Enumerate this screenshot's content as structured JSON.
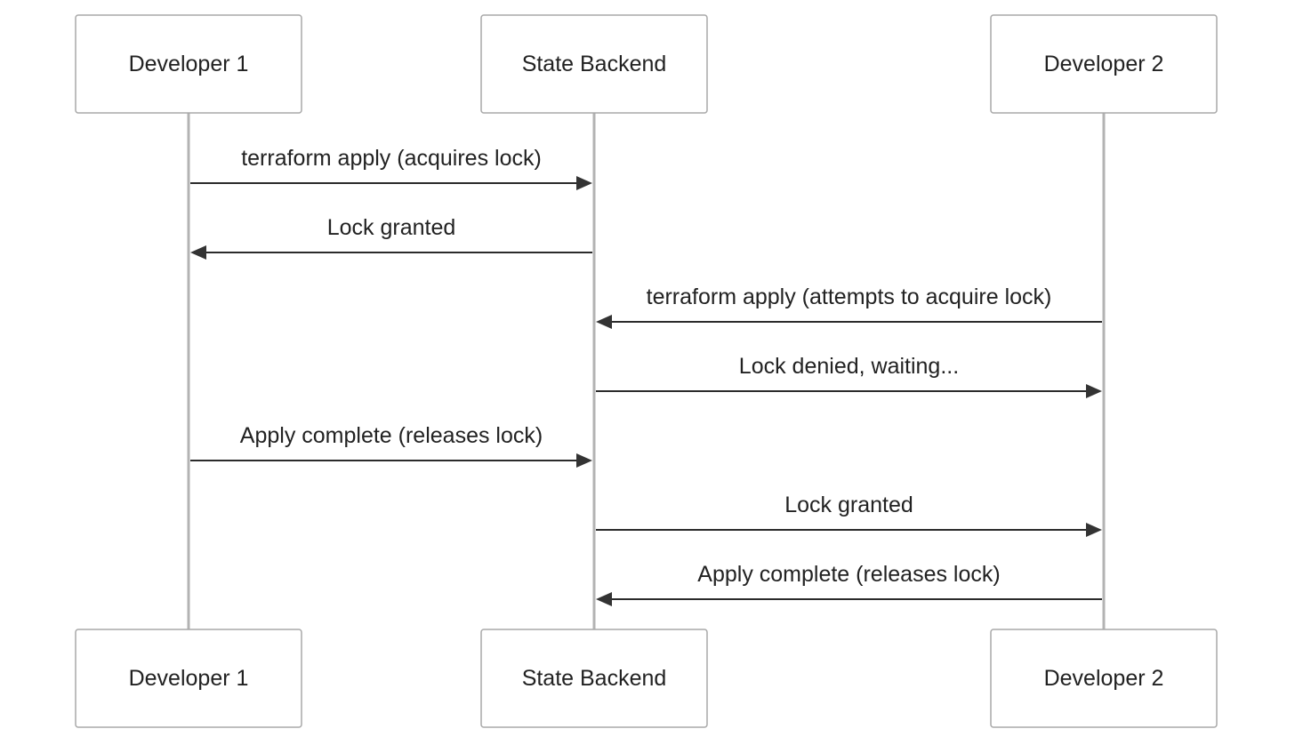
{
  "participants": [
    {
      "id": "dev1",
      "label": "Developer 1"
    },
    {
      "id": "backend",
      "label": "State Backend"
    },
    {
      "id": "dev2",
      "label": "Developer 2"
    }
  ],
  "messages": [
    {
      "from": "dev1",
      "to": "backend",
      "label": "terraform apply (acquires lock)"
    },
    {
      "from": "backend",
      "to": "dev1",
      "label": "Lock granted"
    },
    {
      "from": "dev2",
      "to": "backend",
      "label": "terraform apply (attempts to acquire lock)"
    },
    {
      "from": "backend",
      "to": "dev2",
      "label": "Lock denied, waiting..."
    },
    {
      "from": "dev1",
      "to": "backend",
      "label": "Apply complete (releases lock)"
    },
    {
      "from": "backend",
      "to": "dev2",
      "label": "Lock granted"
    },
    {
      "from": "dev2",
      "to": "backend",
      "label": "Apply complete (releases lock)"
    }
  ],
  "colors": {
    "actor_border": "#a8a8a8",
    "lifeline": "#b3b3b3",
    "arrow": "#2b2b2b",
    "text": "#222222"
  }
}
